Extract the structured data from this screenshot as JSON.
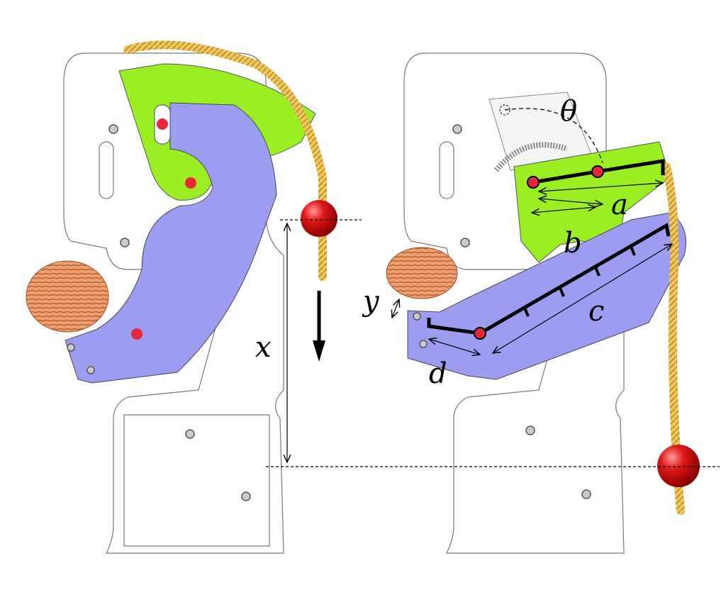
{
  "labels": {
    "x": "x",
    "y": "y",
    "a": "a",
    "b": "b",
    "c": "c",
    "d": "d",
    "theta": "θ"
  },
  "colors": {
    "lever": "#9aee22",
    "arm": "#9c9cf0",
    "pivot": "#e8283a",
    "ball": "#e01818",
    "rope": "#e8c050",
    "nut": "#e89a60"
  }
}
